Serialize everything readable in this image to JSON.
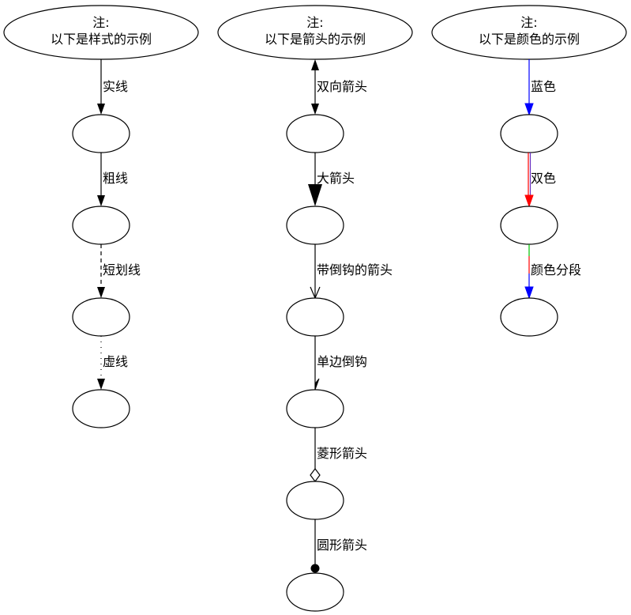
{
  "notes": {
    "style": {
      "line1": "注:",
      "line2": "以下是样式的示例"
    },
    "arrow": {
      "line1": "注:",
      "line2": "以下是箭头的示例"
    },
    "color": {
      "line1": "注:",
      "line2": "以下是颜色的示例"
    }
  },
  "edge_labels": {
    "solid": "实线",
    "bold": "粗线",
    "dashed": "短划线",
    "dotted": "虚线",
    "both_dir": "双向箭头",
    "big_arrow": "大箭头",
    "barb_arrow": "带倒钩的箭头",
    "half_barb": "单边倒钩",
    "diamond_arrow": "菱形箭头",
    "round_arrow": "圆形箭头",
    "blue": "蓝色",
    "two_color": "双色",
    "segmented": "颜色分段"
  },
  "colors": {
    "black": "#000000",
    "blue": "#0000ff",
    "red": "#ff0000",
    "green": "#00c000",
    "purple": "#6a2fbf"
  }
}
